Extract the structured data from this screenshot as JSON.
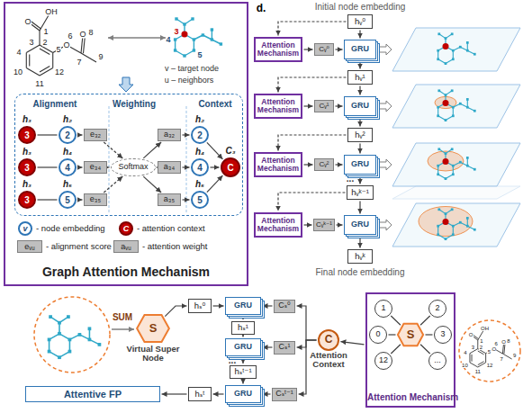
{
  "diagram": {
    "nodes": [
      {
        "text": [
          "Graph Attention Mechanism"
        ]
      },
      {
        "text": [
          "Alignment",
          "Weighting",
          "Context"
        ],
        "in": 0
      },
      {
        "text": [
          "h₃",
          "3"
        ],
        "in": 1
      },
      {
        "text": [
          "h₂",
          "2"
        ],
        "in": 1
      },
      {
        "text": [
          "h₃",
          "3"
        ],
        "in": 1
      },
      {
        "text": [
          "h₄",
          "4"
        ],
        "in": 1
      },
      {
        "text": [
          "h₃",
          "3"
        ],
        "in": 1
      },
      {
        "text": [
          "h₅",
          "5"
        ],
        "in": 1
      },
      {
        "text": [
          "e₃₂"
        ],
        "in": 1
      },
      {
        "text": [
          "e₃₄"
        ],
        "in": 1
      },
      {
        "text": [
          "e₃₅"
        ],
        "in": 1
      },
      {
        "text": [
          "Softmax"
        ],
        "in": 1
      },
      {
        "text": [
          "a₃₂"
        ],
        "in": 1
      },
      {
        "text": [
          "a₃₄"
        ],
        "in": 1
      },
      {
        "text": [
          "a₃₅"
        ],
        "in": 1
      },
      {
        "text": [
          "h₂",
          "2"
        ],
        "in": 1
      },
      {
        "text": [
          "h₄",
          "4"
        ],
        "in": 1
      },
      {
        "text": [
          "h₅",
          "5"
        ],
        "in": 1
      },
      {
        "text": [
          "C₃",
          "C"
        ],
        "in": 1
      },
      {
        "text": [
          "hᵥ⁰"
        ]
      },
      {
        "text": [
          "Attention Mechanism"
        ]
      },
      {
        "text": [
          "Cᵥ⁰"
        ]
      },
      {
        "text": [
          "GRU"
        ]
      },
      {
        "text": [
          "hᵥ¹"
        ]
      },
      {
        "text": [
          "Attention Mechanism"
        ]
      },
      {
        "text": [
          "Cᵥ¹"
        ]
      },
      {
        "text": [
          "GRU"
        ]
      },
      {
        "text": [
          "hᵥ²"
        ]
      },
      {
        "text": [
          "Attention Mechanism"
        ]
      },
      {
        "text": [
          "Cᵥ²"
        ]
      },
      {
        "text": [
          "GRU"
        ]
      },
      {
        "text": [
          "hᵥᵏ⁻¹"
        ]
      },
      {
        "text": [
          "Attention Mechanism"
        ]
      },
      {
        "text": [
          "Cᵥᵏ⁻¹"
        ]
      },
      {
        "text": [
          "GRU"
        ]
      },
      {
        "text": [
          "hᵥᵏ"
        ]
      },
      {
        "text": [
          "S",
          "Virtual Super Node"
        ]
      },
      {
        "text": [
          "hₛ⁰"
        ]
      },
      {
        "text": [
          "GRU"
        ]
      },
      {
        "text": [
          "Cₛ⁰"
        ]
      },
      {
        "text": [
          "hₛ¹"
        ]
      },
      {
        "text": [
          "GRU"
        ]
      },
      {
        "text": [
          "Cₛ¹"
        ]
      },
      {
        "text": [
          "hₛᵗ⁻¹"
        ]
      },
      {
        "text": [
          "GRU"
        ]
      },
      {
        "text": [
          "Cₛᵗ⁻¹"
        ]
      },
      {
        "text": [
          "hₛᵗ"
        ]
      },
      {
        "text": [
          "Attentive FP"
        ]
      },
      {
        "text": [
          "C",
          "Attention Context"
        ]
      },
      {
        "text": [
          "Attention Mechanism"
        ]
      },
      {
        "text": [
          "S"
        ],
        "in": 49
      },
      {
        "text": [
          "1"
        ],
        "in": 49
      },
      {
        "text": [
          "2"
        ],
        "in": 49
      },
      {
        "text": [
          "0"
        ],
        "in": 49
      },
      {
        "text": [
          "3"
        ],
        "in": 49
      },
      {
        "text": [
          "12"
        ],
        "in": 49
      },
      {
        "text": [
          "..."
        ],
        "in": 49
      }
    ],
    "edges": [
      {
        "from": 2,
        "to": 3,
        "arrow": "none"
      },
      {
        "from": 4,
        "to": 5,
        "arrow": "none"
      },
      {
        "from": 6,
        "to": 7,
        "arrow": "none"
      },
      {
        "from": 3,
        "to": 8,
        "arrow": "to"
      },
      {
        "from": 5,
        "to": 9,
        "arrow": "to"
      },
      {
        "from": 7,
        "to": 10,
        "arrow": "to"
      },
      {
        "from": 8,
        "to": 11,
        "arrow": "to"
      },
      {
        "from": 9,
        "to": 11,
        "arrow": "to"
      },
      {
        "from": 10,
        "to": 11,
        "arrow": "to"
      },
      {
        "from": 11,
        "to": 12,
        "arrow": "to"
      },
      {
        "from": 11,
        "to": 13,
        "arrow": "to"
      },
      {
        "from": 11,
        "to": 14,
        "arrow": "to"
      },
      {
        "from": 12,
        "to": 15,
        "arrow": "to"
      },
      {
        "from": 13,
        "to": 16,
        "arrow": "to"
      },
      {
        "from": 14,
        "to": 17,
        "arrow": "to"
      },
      {
        "from": 15,
        "to": 18,
        "arrow": "to"
      },
      {
        "from": 16,
        "to": 18,
        "arrow": "to"
      },
      {
        "from": 17,
        "to": 18,
        "arrow": "to"
      },
      {
        "from": 19,
        "to": 22,
        "arrow": "to"
      },
      {
        "from": 19,
        "to": 20,
        "arrow": "to"
      },
      {
        "from": 20,
        "to": 21,
        "arrow": "to"
      },
      {
        "from": 21,
        "to": 22,
        "arrow": "to"
      },
      {
        "from": 22,
        "to": 23,
        "arrow": "to"
      },
      {
        "from": 23,
        "to": 26,
        "arrow": "to"
      },
      {
        "from": 23,
        "to": 24,
        "arrow": "to"
      },
      {
        "from": 24,
        "to": 25,
        "arrow": "to"
      },
      {
        "from": 25,
        "to": 26,
        "arrow": "to"
      },
      {
        "from": 26,
        "to": 27,
        "arrow": "to"
      },
      {
        "from": 27,
        "to": 30,
        "arrow": "to"
      },
      {
        "from": 27,
        "to": 28,
        "arrow": "to"
      },
      {
        "from": 28,
        "to": 29,
        "arrow": "to"
      },
      {
        "from": 29,
        "to": 30,
        "arrow": "to"
      },
      {
        "from": 30,
        "to": 31,
        "arrow": "to"
      },
      {
        "from": 31,
        "to": 34,
        "arrow": "to"
      },
      {
        "from": 31,
        "to": 32,
        "arrow": "to"
      },
      {
        "from": 32,
        "to": 33,
        "arrow": "to"
      },
      {
        "from": 33,
        "to": 34,
        "arrow": "to"
      },
      {
        "from": 34,
        "to": 35,
        "arrow": "to"
      },
      {
        "from": 36,
        "to": 37,
        "arrow": "to"
      },
      {
        "from": 37,
        "to": 38,
        "arrow": "to"
      },
      {
        "from": 39,
        "to": 38,
        "arrow": "to"
      },
      {
        "from": 38,
        "to": 40,
        "arrow": "to"
      },
      {
        "from": 40,
        "to": 41,
        "arrow": "to"
      },
      {
        "from": 42,
        "to": 41,
        "arrow": "to"
      },
      {
        "from": 41,
        "to": 43,
        "arrow": "to"
      },
      {
        "from": 43,
        "to": 44,
        "arrow": "to"
      },
      {
        "from": 45,
        "to": 44,
        "arrow": "to"
      },
      {
        "from": 44,
        "to": 46,
        "arrow": "to"
      },
      {
        "from": 46,
        "to": 47,
        "arrow": "to"
      },
      {
        "from": 48,
        "to": 39,
        "arrow": "to"
      },
      {
        "from": 48,
        "to": 42,
        "arrow": "to"
      },
      {
        "from": 48,
        "to": 45,
        "arrow": "to"
      },
      {
        "from": 49,
        "to": 48,
        "arrow": "to"
      },
      {
        "from": 50,
        "to": 51,
        "arrow": "none"
      },
      {
        "from": 50,
        "to": 52,
        "arrow": "none"
      },
      {
        "from": 50,
        "to": 53,
        "arrow": "none"
      },
      {
        "from": 50,
        "to": 54,
        "arrow": "none"
      },
      {
        "from": 50,
        "to": 55,
        "arrow": "none"
      },
      {
        "from": 50,
        "to": 56,
        "arrow": "none"
      }
    ],
    "labels": [
      "O",
      "OH",
      "1",
      "2",
      "3",
      "4",
      "5",
      "6",
      "7",
      "8",
      "9",
      "10",
      "11",
      "12",
      "O",
      "O",
      "4",
      "3",
      "5",
      "v – target node",
      "u – neighbors",
      "v",
      "C",
      "eᵥᵤ",
      "aᵥᵤ",
      "d.",
      "Initial node embedding",
      "Final node embedding",
      "...",
      "SUM",
      "...",
      "O",
      "OH",
      "1",
      "2",
      "3",
      "4",
      "5",
      "6",
      "7",
      "8",
      "9",
      "10",
      "11",
      "12",
      "O",
      "O"
    ],
    "legend": [
      {
        "text": "- node embedding"
      },
      {
        "text": "- attention context"
      },
      {
        "text": "- alignment score"
      },
      {
        "text": "- attention weight"
      }
    ]
  }
}
